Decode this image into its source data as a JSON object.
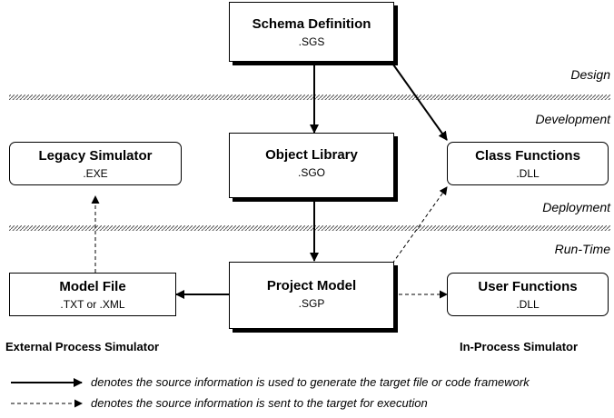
{
  "phases": {
    "design": "Design",
    "development": "Development",
    "deployment": "Deployment",
    "runtime": "Run-Time"
  },
  "boxes": {
    "schema": {
      "title": "Schema Definition",
      "ext": ".SGS"
    },
    "object_library": {
      "title": "Object Library",
      "ext": ".SGO"
    },
    "project_model": {
      "title": "Project Model",
      "ext": ".SGP"
    },
    "legacy_simulator": {
      "title": "Legacy Simulator",
      "ext": ".EXE"
    },
    "class_functions": {
      "title": "Class Functions",
      "ext": ".DLL"
    },
    "model_file": {
      "title": "Model File",
      "ext": ".TXT or .XML"
    },
    "user_functions": {
      "title": "User Functions",
      "ext": ".DLL"
    }
  },
  "sections": {
    "external": "External Process Simulator",
    "in_process": "In-Process Simulator"
  },
  "legend": {
    "solid": "denotes the source information is used to generate the target file or code framework",
    "dashed": "denotes the source information is sent to the target for execution"
  }
}
